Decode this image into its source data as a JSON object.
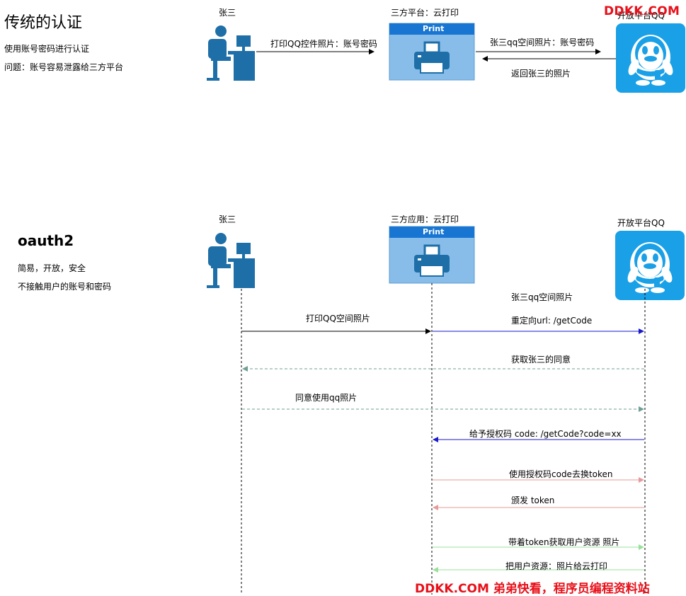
{
  "colors": {
    "black_arrow": "#000000",
    "blue_arrow": "#1a1acc",
    "teal_dashed": "#6f9f95",
    "red_arrow": "#e89a9a",
    "green_arrow": "#99e099",
    "icon_blue": "#1e6fa8",
    "qq_bg": "#1aa0e6",
    "printer_header": "#1876d2",
    "printer_body": "#88bde9",
    "watermark": "#e8101a"
  },
  "traditional": {
    "title": "传统的认证",
    "desc1": "使用账号密码进行认证",
    "desc2": "问题：账号容易泄露给三方平台",
    "user_label": "张三",
    "platform_label": "三方平台：云打印",
    "qq_label": "开放平台QQ",
    "printer_header": "Print",
    "arrow1": "打印QQ控件照片：账号密码",
    "arrow2": "张三qq空间照片：账号密码",
    "arrow3": "返回张三的照片"
  },
  "oauth": {
    "title": "oauth2",
    "desc1": "简易，开放，安全",
    "desc2": "不接触用户的账号和密码",
    "user_label": "张三",
    "app_label": "三方应用：云打印",
    "qq_label": "开放平台QQ",
    "printer_header": "Print",
    "steps": [
      "打印QQ空间照片",
      "张三qq空间照片",
      "重定向url:  /getCode",
      "获取张三的同意",
      "同意使用qq照片",
      "给予授权码 code: /getCode?code=xx",
      "使用授权码code去换token",
      "颁发  token",
      "带着token获取用户资源 照片",
      "把用户资源：照片给云打印"
    ]
  },
  "watermark": {
    "top": "DDKK.COM",
    "bottom": "DDKK.COM 弟弟快看，程序员编程资料站"
  }
}
